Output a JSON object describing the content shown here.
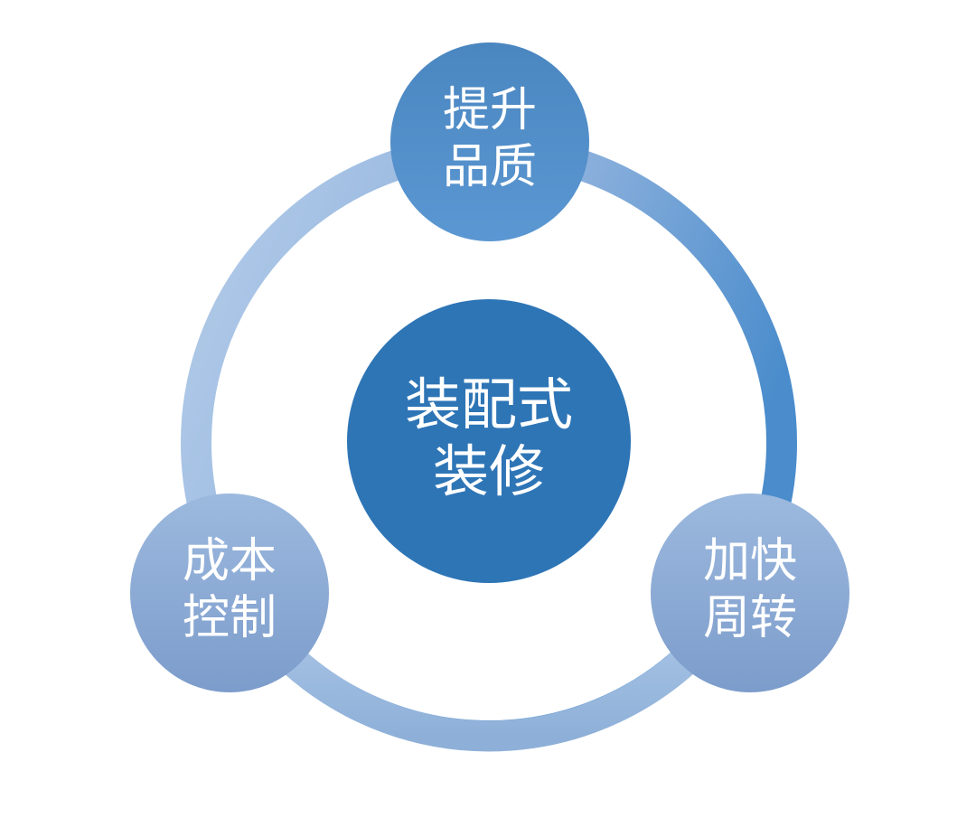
{
  "diagram": {
    "center": {
      "line1": "装配式",
      "line2": "装修"
    },
    "nodes": {
      "top": {
        "line1": "提升",
        "line2": "品质"
      },
      "right": {
        "line1": "加快",
        "line2": "周转"
      },
      "left": {
        "line1": "成本",
        "line2": "控制"
      }
    }
  },
  "colors": {
    "center": "#2e75b6",
    "ring_light": "#a9c4e6",
    "ring_dark": "#4a8ccc",
    "node_light": "#9bb7dd",
    "node_dark": "#4d8bc8"
  }
}
